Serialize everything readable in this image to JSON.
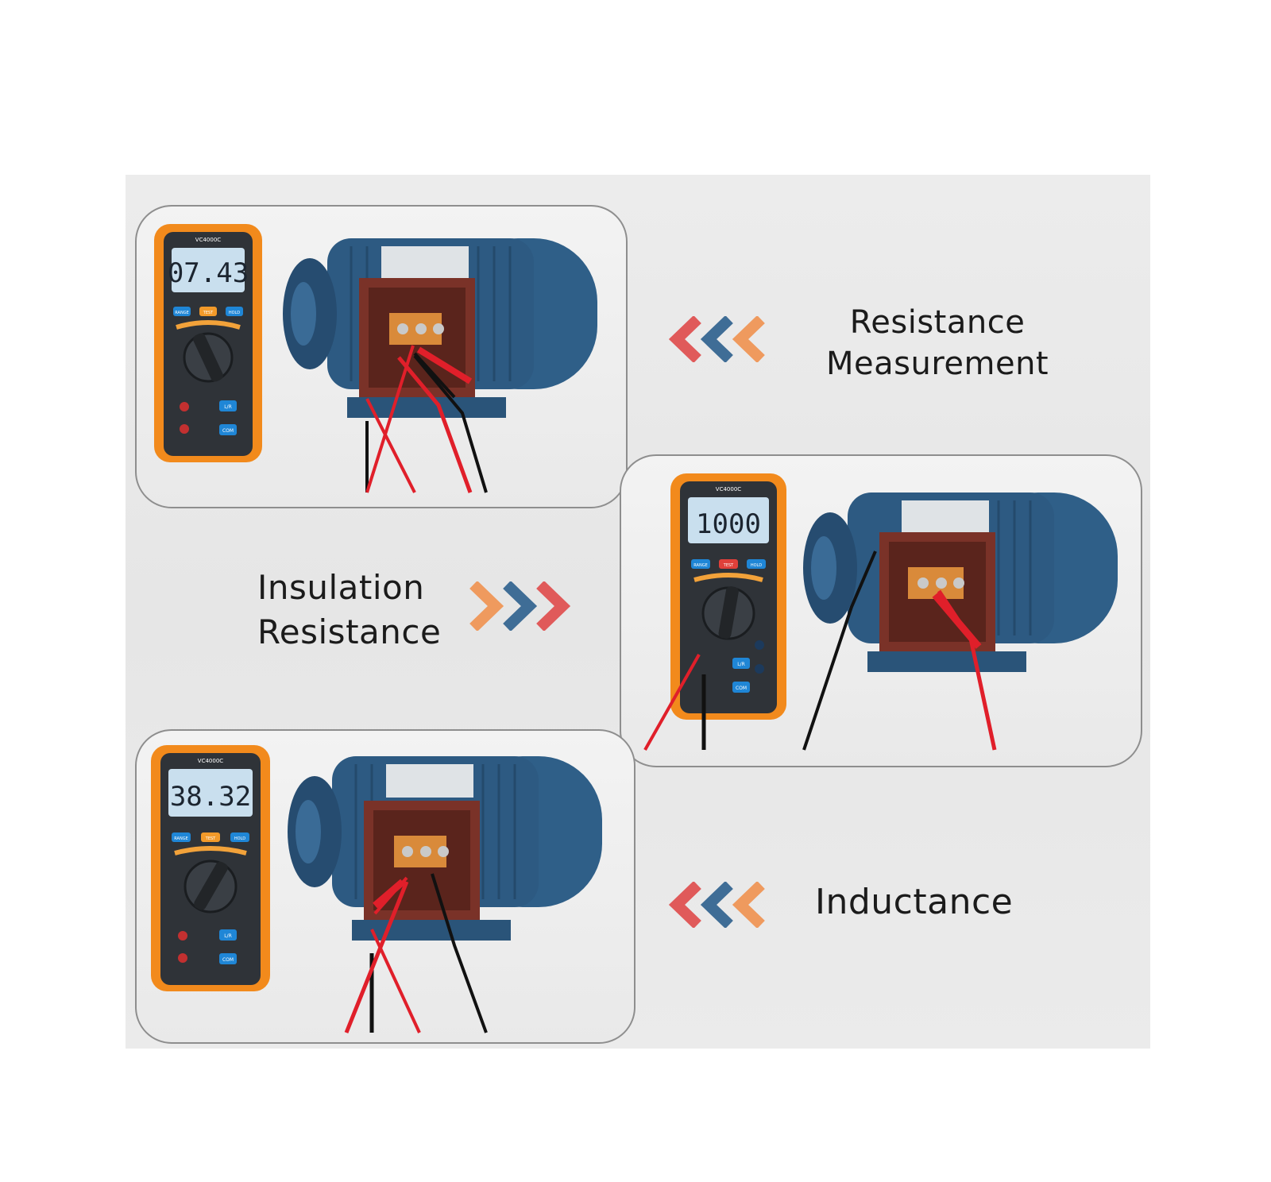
{
  "panels": [
    {
      "id": "resistance",
      "reading": "07.43",
      "model": "VC4000C",
      "label_lines": [
        "Resistance",
        "Measurement"
      ],
      "arrow_direction": "left"
    },
    {
      "id": "insulation",
      "reading": "1000",
      "model": "VC4000C",
      "label_lines": [
        "Insulation",
        "Resistance"
      ],
      "arrow_direction": "right"
    },
    {
      "id": "inductance",
      "reading": "38.32",
      "model": "VC4000C",
      "label_lines": [
        "Inductance"
      ],
      "arrow_direction": "left"
    }
  ],
  "meter_buttons": {
    "range": "RANGE",
    "test": "TEST",
    "hold": "HOLD",
    "lr": "L/R",
    "com": "COM"
  },
  "colors": {
    "arrow_red": "#e05a5a",
    "arrow_blue": "#3f6d96",
    "arrow_orange": "#ef9a5e",
    "meter_orange": "#f28a1c",
    "motor_blue": "#2f5f88",
    "probe_red": "#e01f2a"
  }
}
